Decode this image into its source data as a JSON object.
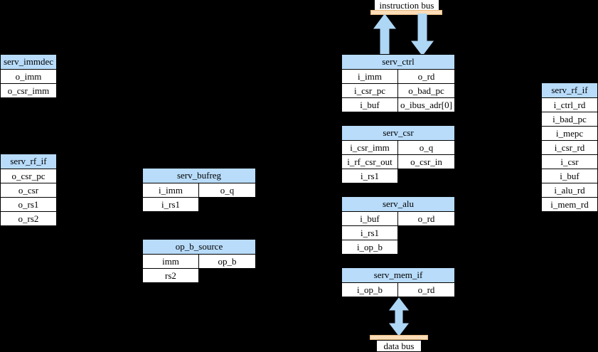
{
  "diagram": {
    "title": "serv_core_block_diagram",
    "background_color": "#000000",
    "header_color": "#b8dcfa",
    "bus_color": "#fcddb8",
    "arrow_color": "#aed6f5"
  },
  "buses": {
    "instruction": {
      "label": "instruction bus"
    },
    "data": {
      "label": "data bus"
    }
  },
  "modules": {
    "serv_immdec": {
      "title": "serv_immdec",
      "rows": [
        {
          "left": "o_imm",
          "right": null
        },
        {
          "left": "o_csr_imm",
          "right": null
        }
      ]
    },
    "serv_rf_if_left": {
      "title": "serv_rf_if",
      "rows": [
        {
          "left": "o_csr_pc",
          "right": null
        },
        {
          "left": "o_csr",
          "right": null
        },
        {
          "left": "o_rs1",
          "right": null
        },
        {
          "left": "o_rs2",
          "right": null
        }
      ]
    },
    "serv_bufreg": {
      "title": "serv_bufreg",
      "rows": [
        {
          "left": "i_imm",
          "right": "o_q"
        },
        {
          "left": "i_rs1",
          "right": ""
        }
      ]
    },
    "op_b_source": {
      "title": "op_b_source",
      "rows": [
        {
          "left": "imm",
          "right": "op_b"
        },
        {
          "left": "rs2",
          "right": ""
        }
      ]
    },
    "serv_ctrl": {
      "title": "serv_ctrl",
      "rows": [
        {
          "left": "i_imm",
          "right": "o_rd"
        },
        {
          "left": "i_csr_pc",
          "right": "o_bad_pc"
        },
        {
          "left": "i_buf",
          "right": "o_ibus_adr[0]"
        }
      ]
    },
    "serv_csr": {
      "title": "serv_csr",
      "rows": [
        {
          "left": "i_csr_imm",
          "right": "o_q"
        },
        {
          "left": "i_rf_csr_out",
          "right": "o_csr_in"
        },
        {
          "left": "i_rs1",
          "right": ""
        }
      ]
    },
    "serv_alu": {
      "title": "serv_alu",
      "rows": [
        {
          "left": "i_buf",
          "right": "o_rd"
        },
        {
          "left": "i_rs1",
          "right": ""
        },
        {
          "left": "i_op_b",
          "right": ""
        }
      ]
    },
    "serv_mem_if": {
      "title": "serv_mem_if",
      "rows": [
        {
          "left": "i_op_b",
          "right": "o_rd"
        }
      ]
    },
    "serv_rf_if_right": {
      "title": "serv_rf_if",
      "rows": [
        {
          "left": "i_ctrl_rd",
          "right": null
        },
        {
          "left": "i_bad_pc",
          "right": null
        },
        {
          "left": "i_mepc",
          "right": null
        },
        {
          "left": "i_csr_rd",
          "right": null
        },
        {
          "left": "i_csr",
          "right": null
        },
        {
          "left": "i_buf",
          "right": null
        },
        {
          "left": "i_alu_rd",
          "right": null
        },
        {
          "left": "i_mem_rd",
          "right": null
        }
      ]
    }
  },
  "arrows": {
    "ibus_up": {
      "direction": "up",
      "name": "instruction-bus-read-arrow"
    },
    "ibus_down": {
      "direction": "down",
      "name": "instruction-bus-fetch-arrow"
    },
    "dbus_bidir": {
      "direction": "both",
      "name": "data-bus-arrow"
    }
  }
}
